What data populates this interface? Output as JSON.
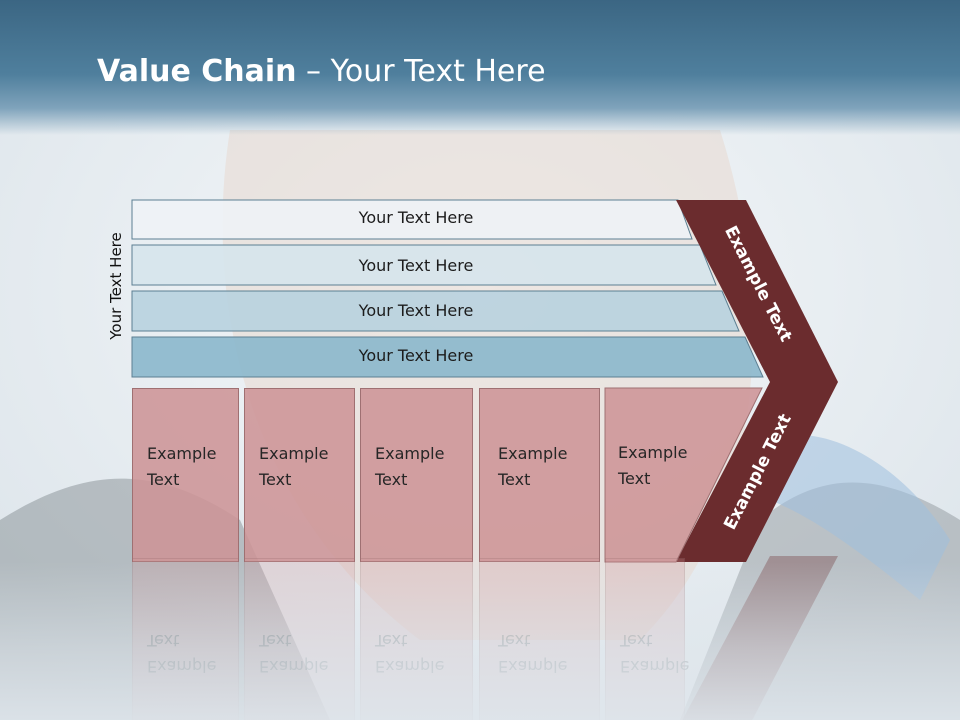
{
  "slide": {
    "title_bold": "Value Chain",
    "title_rest": " – Your Text Here",
    "side_label": "Your Text Here"
  },
  "bands": [
    {
      "label": "Your Text Here",
      "color": "#eef2f6"
    },
    {
      "label": "Your Text Here",
      "color": "#d6e4ec"
    },
    {
      "label": "Your Text Here",
      "color": "#b8d2df"
    },
    {
      "label": "Your Text Here",
      "color": "#8bb7cc"
    }
  ],
  "boxes": [
    {
      "label": "Example\nText"
    },
    {
      "label": "Example\nText"
    },
    {
      "label": "Example\nText"
    },
    {
      "label": "Example\nText"
    },
    {
      "label": "Example\nText"
    }
  ],
  "chevron": {
    "upper_label": "Example Text",
    "lower_label": "Example Text",
    "color": "#6b2c2e"
  },
  "colors": {
    "header": "#3b6683",
    "box_fill": "#cd9496",
    "band_stroke": "#5c7f92"
  }
}
